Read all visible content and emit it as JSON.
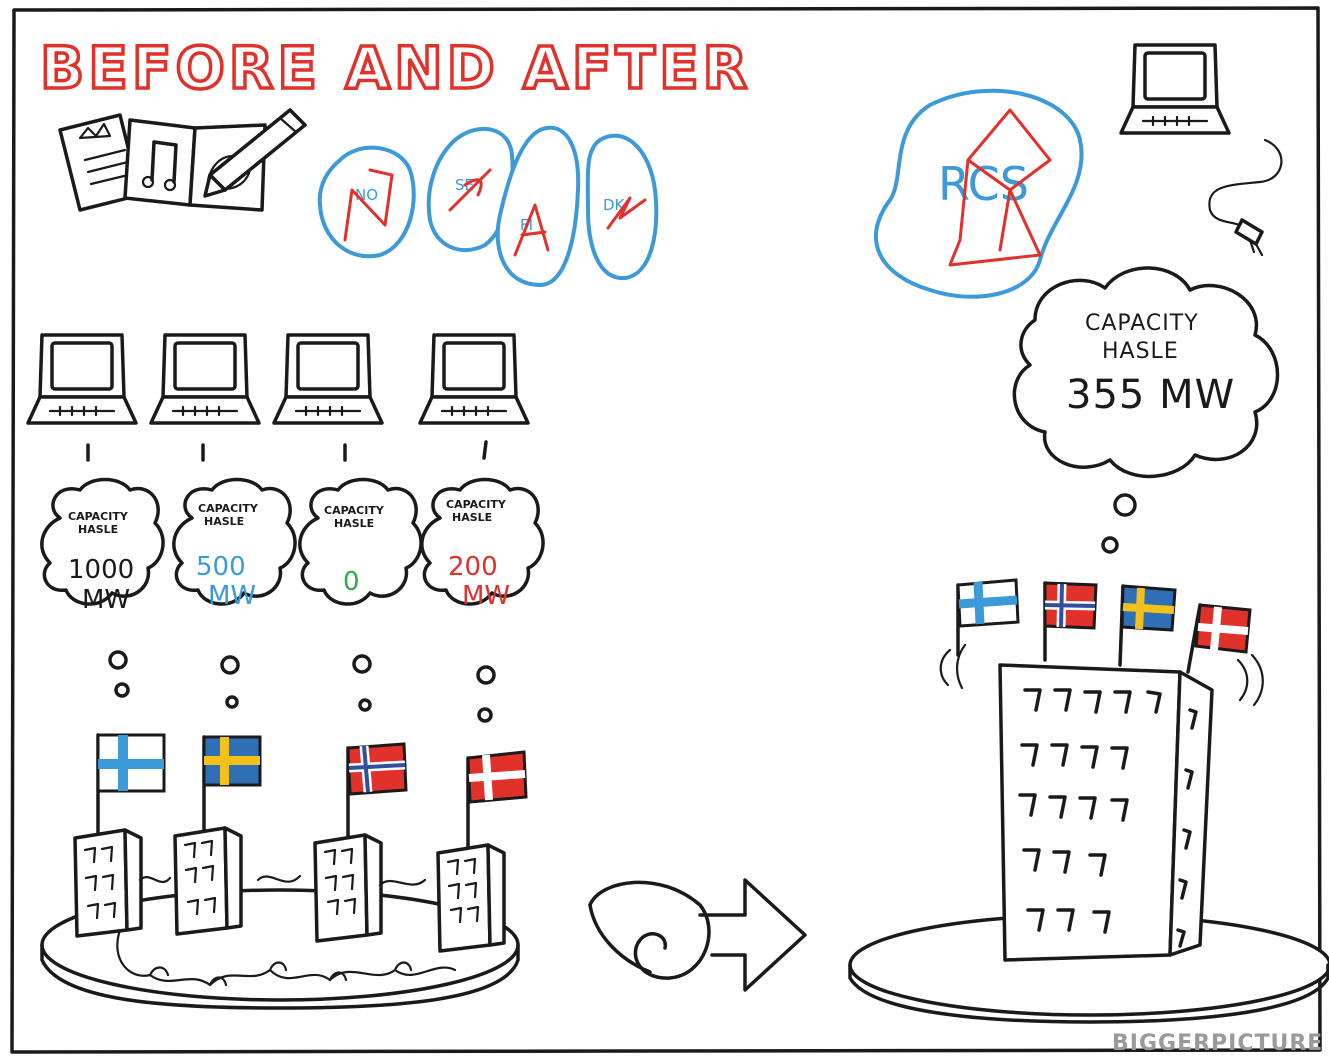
{
  "title": "BEFORE AND AFTER",
  "credit": "BIGGERPICTURE",
  "before": {
    "regions": [
      {
        "label": "NO"
      },
      {
        "label": "SE"
      },
      {
        "label": "FI"
      },
      {
        "label": "DK"
      }
    ],
    "clouds": [
      {
        "line1": "CAPACITY",
        "line2": "HASLE",
        "value": "1000",
        "unit": "MW",
        "color": "#1a1a1a"
      },
      {
        "line1": "CAPACITY",
        "line2": "HASLE",
        "value": "500",
        "unit": "MW",
        "color": "#3d9ad9"
      },
      {
        "line1": "CAPACITY",
        "line2": "HASLE",
        "value": "0",
        "unit": "",
        "color": "#2fa84f"
      },
      {
        "line1": "CAPACITY",
        "line2": "HASLE",
        "value": "200",
        "unit": "MW",
        "color": "#e0312b"
      }
    ]
  },
  "after": {
    "rcs_label": "RCS",
    "cloud": {
      "line1": "CAPACITY",
      "line2": "HASLE",
      "value": "355 MW"
    }
  },
  "colors": {
    "title_red": "#e0312b",
    "region_blue": "#3d9ad9",
    "finland_blue": "#3d9ad9",
    "sweden_blue": "#2f6fb5",
    "sweden_yellow": "#f2c21a",
    "red_flag": "#e0312b",
    "zero_green": "#2fa84f"
  },
  "icons": [
    "document-icon",
    "music-note-icon",
    "paint-icon",
    "pencil-icon",
    "laptop-icon",
    "power-plug-icon",
    "curved-arrow-icon",
    "building-icon",
    "flag-icon"
  ]
}
